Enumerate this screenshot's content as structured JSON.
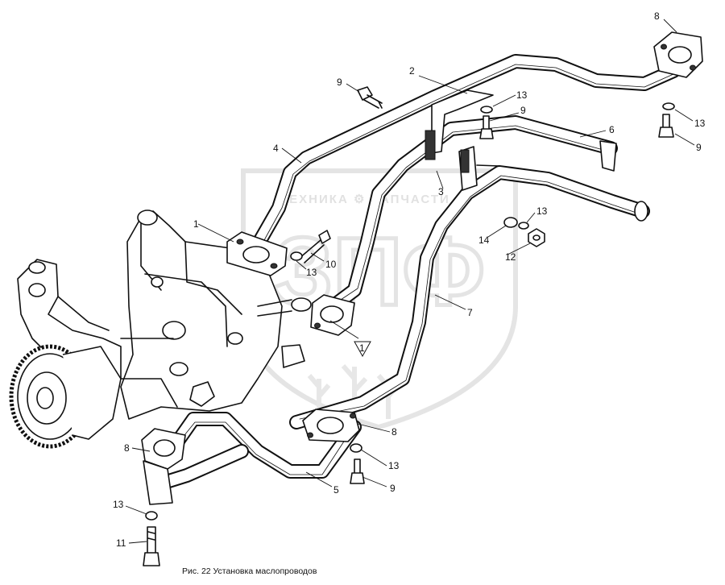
{
  "watermark": {
    "text": "ТЕХНИКА ⚙ ЗАПЧАСТИ",
    "logo": "ЗПФ"
  },
  "caption": "Рис. 22 Установка маслопроводов",
  "callouts": [
    {
      "id": "c8-top",
      "label": "8"
    },
    {
      "id": "c2",
      "label": "2"
    },
    {
      "id": "c9-a",
      "label": "9"
    },
    {
      "id": "c13-a",
      "label": "13"
    },
    {
      "id": "c9-b",
      "label": "9"
    },
    {
      "id": "c6",
      "label": "6"
    },
    {
      "id": "c13-b",
      "label": "13"
    },
    {
      "id": "c9-c",
      "label": "9"
    },
    {
      "id": "c4",
      "label": "4"
    },
    {
      "id": "c3",
      "label": "3"
    },
    {
      "id": "c13-c",
      "label": "13"
    },
    {
      "id": "c14",
      "label": "14"
    },
    {
      "id": "c12",
      "label": "12"
    },
    {
      "id": "c1-a",
      "label": "1"
    },
    {
      "id": "c10",
      "label": "10"
    },
    {
      "id": "c13-d",
      "label": "13"
    },
    {
      "id": "c7",
      "label": "7"
    },
    {
      "id": "c1-b",
      "label": "1"
    },
    {
      "id": "c8-mid",
      "label": "8"
    },
    {
      "id": "c8-low",
      "label": "8"
    },
    {
      "id": "c13-e",
      "label": "13"
    },
    {
      "id": "c9-d",
      "label": "9"
    },
    {
      "id": "c5",
      "label": "5"
    },
    {
      "id": "c13-f",
      "label": "13"
    },
    {
      "id": "c11",
      "label": "11"
    }
  ]
}
